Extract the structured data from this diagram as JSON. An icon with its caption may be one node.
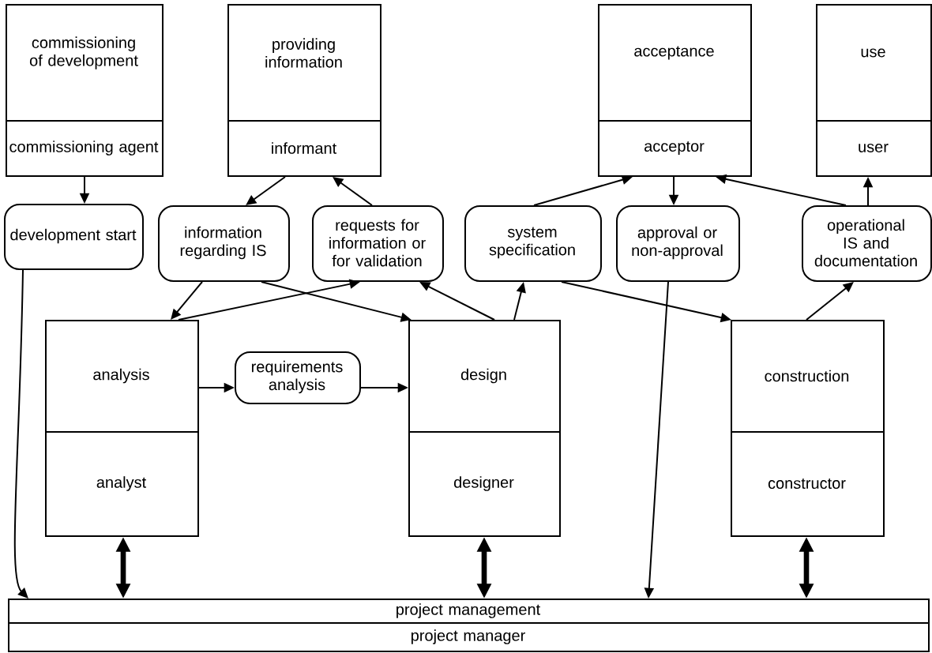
{
  "diagram": {
    "nodes": [
      {
        "text": [
          "commissioning of development",
          "commissioning agent"
        ]
      },
      {
        "text": [
          "providing information",
          "informant"
        ]
      },
      {
        "text": [
          "acceptance",
          "acceptor"
        ]
      },
      {
        "text": [
          "use",
          "user"
        ]
      },
      {
        "text": [
          "development start"
        ]
      },
      {
        "text": [
          "information regarding IS"
        ]
      },
      {
        "text": [
          "requests for information or for validation"
        ]
      },
      {
        "text": [
          "system specification"
        ]
      },
      {
        "text": [
          "approval or non-approval"
        ]
      },
      {
        "text": [
          "operational IS and documentation"
        ]
      },
      {
        "text": [
          "analysis",
          "analyst"
        ]
      },
      {
        "text": [
          "requirements analysis"
        ]
      },
      {
        "text": [
          "design",
          "designer"
        ]
      },
      {
        "text": [
          "construction",
          "constructor"
        ]
      },
      {
        "text": [
          "project management",
          "project manager"
        ]
      }
    ],
    "edges": [
      {
        "from": 0,
        "to": 4,
        "arrow": "to"
      },
      {
        "from": 1,
        "to": 5,
        "arrow": "to"
      },
      {
        "from": 6,
        "to": 1,
        "arrow": "to"
      },
      {
        "from": 5,
        "to": 10,
        "arrow": "to"
      },
      {
        "from": 5,
        "to": 12,
        "arrow": "to"
      },
      {
        "from": 10,
        "to": 6,
        "arrow": "to"
      },
      {
        "from": 12,
        "to": 6,
        "arrow": "to"
      },
      {
        "from": 12,
        "to": 7,
        "arrow": "to"
      },
      {
        "from": 7,
        "to": 2,
        "arrow": "to"
      },
      {
        "from": 2,
        "to": 8,
        "arrow": "to"
      },
      {
        "from": 9,
        "to": 2,
        "arrow": "to"
      },
      {
        "from": 9,
        "to": 3,
        "arrow": "to"
      },
      {
        "from": 7,
        "to": 13,
        "arrow": "to"
      },
      {
        "from": 13,
        "to": 9,
        "arrow": "to"
      },
      {
        "from": 10,
        "to": 11,
        "arrow": "to"
      },
      {
        "from": 11,
        "to": 12,
        "arrow": "to"
      },
      {
        "from": 4,
        "to": 14,
        "arrow": "to"
      },
      {
        "from": 8,
        "to": 14,
        "arrow": "to"
      },
      {
        "from": 10,
        "to": 14,
        "arrow": "both",
        "style": "thick"
      },
      {
        "from": 12,
        "to": 14,
        "arrow": "both",
        "style": "thick"
      },
      {
        "from": 13,
        "to": 14,
        "arrow": "both",
        "style": "thick"
      }
    ]
  }
}
